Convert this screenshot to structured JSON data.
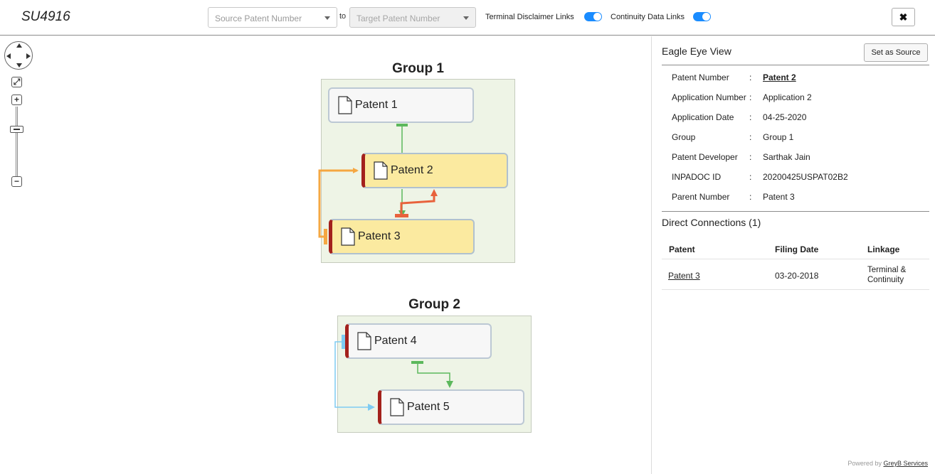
{
  "header": {
    "app_title": "SU4916",
    "source_placeholder": "Source Patent Number",
    "to_label": "to",
    "target_placeholder": "Target Patent Number",
    "terminal_toggle_label": "Terminal Disclaimer Links",
    "terminal_toggle_on": true,
    "continuity_toggle_label": "Continuity Data Links",
    "continuity_toggle_on": true,
    "close_glyph": "✖"
  },
  "controls": {
    "fit_glyph": "⤢",
    "zoom_in_glyph": "+",
    "zoom_out_glyph": "−"
  },
  "graph": {
    "groups": [
      {
        "title": "Group 1",
        "nodes": [
          {
            "label": "Patent 1",
            "highlighted": false,
            "marked": false
          },
          {
            "label": "Patent 2",
            "highlighted": true,
            "marked": true
          },
          {
            "label": "Patent 3",
            "highlighted": true,
            "marked": true
          }
        ]
      },
      {
        "title": "Group 2",
        "nodes": [
          {
            "label": "Patent 4",
            "highlighted": false,
            "marked": true
          },
          {
            "label": "Patent 5",
            "highlighted": false,
            "marked": true
          }
        ]
      }
    ],
    "link_colors": {
      "continuity": "#5cb85c",
      "terminal_orange": "#f5a742",
      "terminal_red": "#e8623c",
      "terminal_blue": "#7ecbf2"
    }
  },
  "panel": {
    "title": "Eagle Eye View",
    "set_source_label": "Set as Source",
    "details": [
      {
        "key": "Patent Number",
        "value": "Patent 2",
        "link": true
      },
      {
        "key": "Application Number",
        "value": "Application 2",
        "link": false
      },
      {
        "key": "Application Date",
        "value": "04-25-2020",
        "link": false
      },
      {
        "key": "Group",
        "value": "Group 1",
        "link": false
      },
      {
        "key": "Patent Developer",
        "value": "Sarthak Jain",
        "link": false
      },
      {
        "key": "INPADOC ID",
        "value": "20200425USPAT02B2",
        "link": false
      },
      {
        "key": "Parent Number",
        "value": "Patent 3",
        "link": false
      }
    ],
    "separator": ":",
    "connections_title": "Direct Connections (1)",
    "table": {
      "headers": [
        "Patent",
        "Filing Date",
        "Linkage"
      ],
      "rows": [
        {
          "patent": "Patent 3",
          "filing_date": "03-20-2018",
          "linkage_line1": "Terminal &",
          "linkage_line2": "Continuity"
        }
      ]
    },
    "powered_by_prefix": "Powered by",
    "powered_by_link": "GreyB Services"
  }
}
